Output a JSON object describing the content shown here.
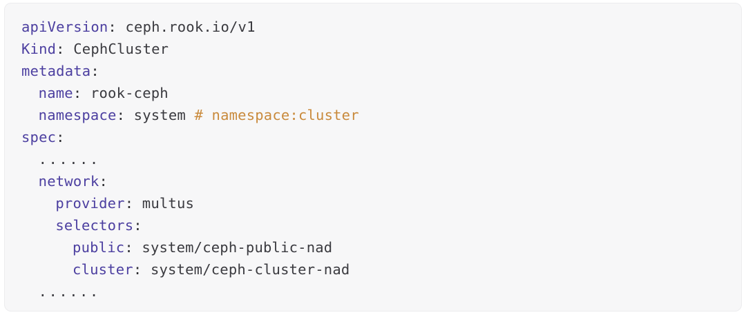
{
  "code_block": {
    "language": "yaml",
    "background_color": "#f7f7f8",
    "border_color": "#ececee",
    "colors": {
      "key": "#4c3fa0",
      "value": "#3a3a3f",
      "comment": "#c98a3c",
      "punctuation": "#2f2f33"
    },
    "lines": [
      {
        "indent": 0,
        "key": "apiVersion",
        "sep": ": ",
        "value": "ceph.rook.io/v1",
        "comment": ""
      },
      {
        "indent": 0,
        "key": "Kind",
        "sep": ": ",
        "value": "CephCluster",
        "comment": ""
      },
      {
        "indent": 0,
        "key": "metadata",
        "sep": ":",
        "value": "",
        "comment": ""
      },
      {
        "indent": 1,
        "key": "name",
        "sep": ": ",
        "value": "rook-ceph",
        "comment": ""
      },
      {
        "indent": 1,
        "key": "namespace",
        "sep": ": ",
        "value": "system ",
        "comment": "# namespace:cluster"
      },
      {
        "indent": 0,
        "key": "spec",
        "sep": ":",
        "value": "",
        "comment": ""
      },
      {
        "indent": 1,
        "key": "",
        "sep": "",
        "value": "......",
        "comment": "",
        "dots": true
      },
      {
        "indent": 1,
        "key": "network",
        "sep": ":",
        "value": "",
        "comment": ""
      },
      {
        "indent": 2,
        "key": "provider",
        "sep": ": ",
        "value": "multus",
        "comment": ""
      },
      {
        "indent": 2,
        "key": "selectors",
        "sep": ":",
        "value": "",
        "comment": ""
      },
      {
        "indent": 3,
        "key": "public",
        "sep": ": ",
        "value": "system/ceph-public-nad",
        "comment": ""
      },
      {
        "indent": 3,
        "key": "cluster",
        "sep": ": ",
        "value": "system/ceph-cluster-nad",
        "comment": ""
      },
      {
        "indent": 1,
        "key": "",
        "sep": "",
        "value": "......",
        "comment": "",
        "dots": true
      }
    ]
  }
}
